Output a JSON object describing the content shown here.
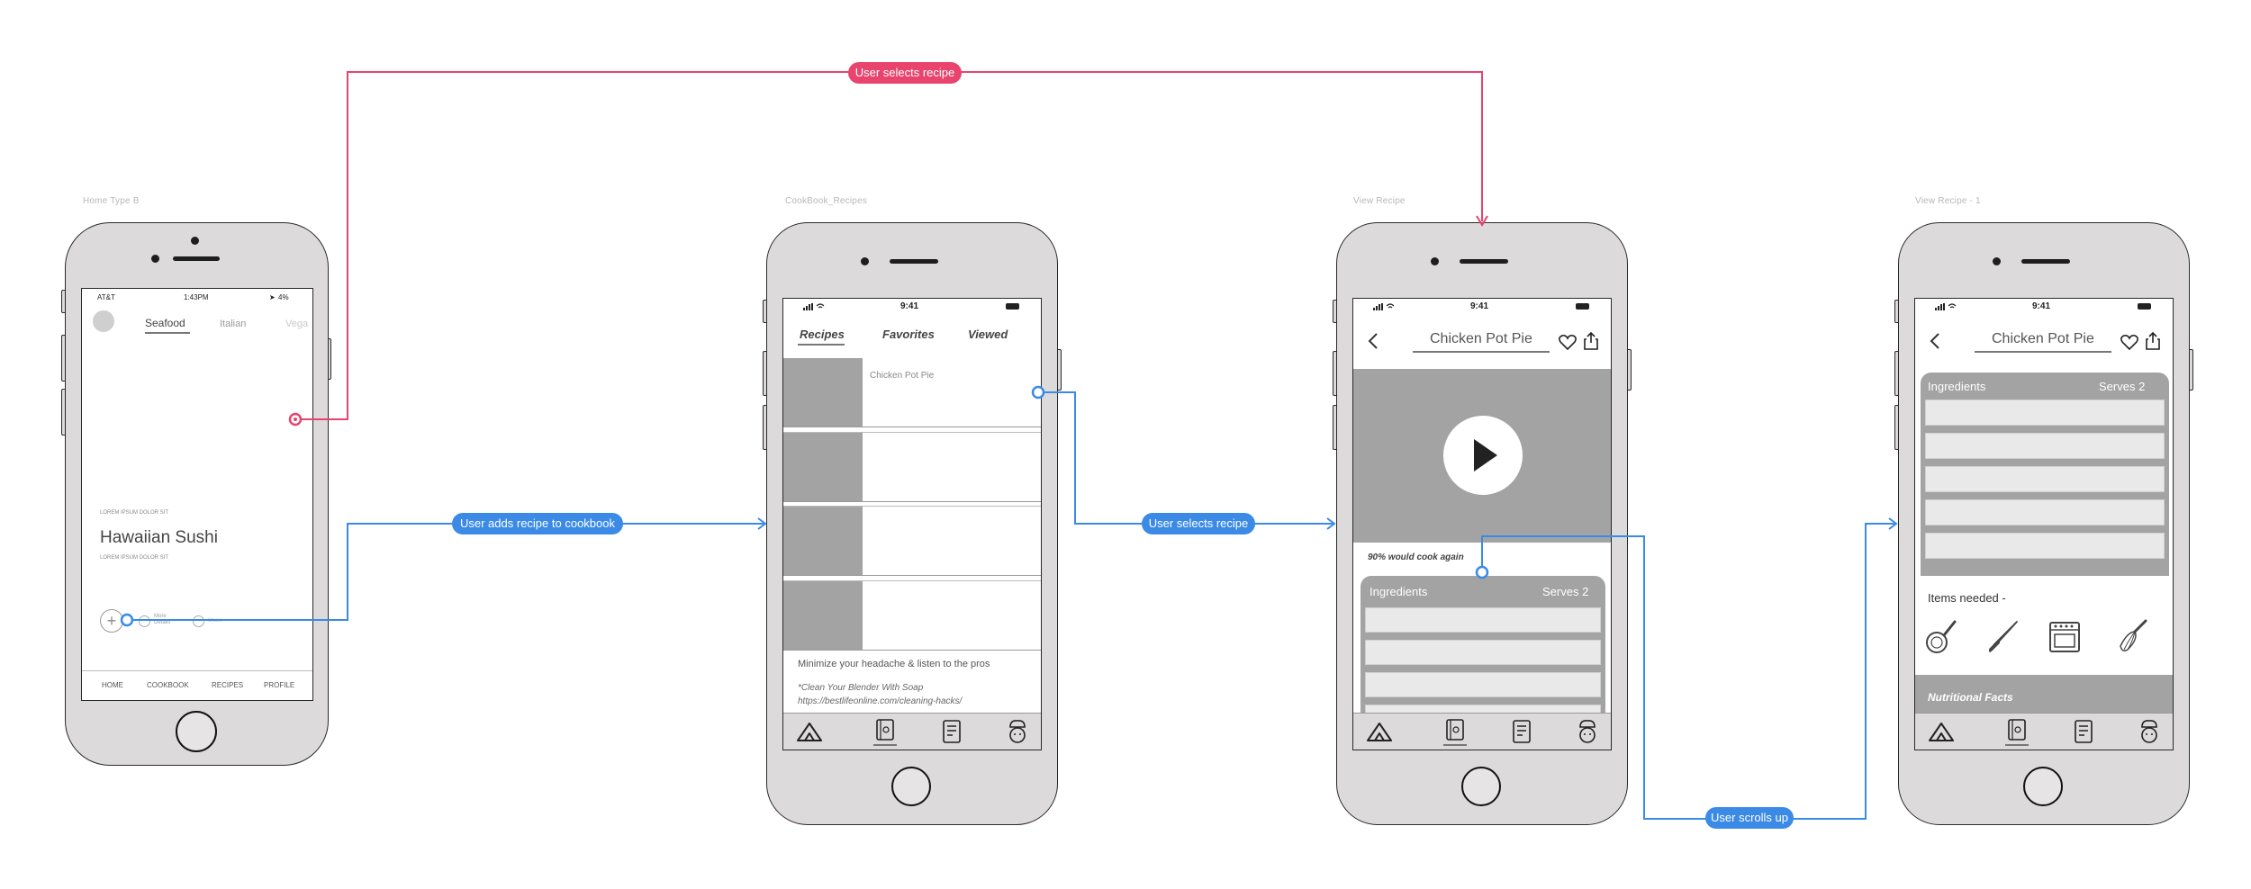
{
  "colors": {
    "pink": "#e8446e",
    "blue": "#3b8ae6",
    "phone_body": "#dcdada",
    "placeholder": "#a3a3a3"
  },
  "labels": {
    "select_recipe_top": "User selects recipe",
    "adds_to_cookbook": "User adds recipe to cookbook",
    "select_recipe_mid": "User selects recipe",
    "scrolls_up": "User scrolls up"
  },
  "screens": {
    "home": {
      "label": "Home Type B",
      "carrier": "AT&T",
      "time": "1:43PM",
      "battery": "4%",
      "tabs": [
        "Seafood",
        "Italian",
        "Vega"
      ],
      "eyebrow": "LOREM IPSUM DOLOR SIT",
      "title": "Hawaiian Sushi",
      "subtitle": "LOREM IPSUM DOLOR SIT",
      "action_more": "More Details",
      "action_share": "Share",
      "nav": [
        "HOME",
        "COOKBOOK",
        "RECIPES",
        "PROFILE"
      ]
    },
    "cookbook": {
      "label": "CookBook_Recipes",
      "time": "9:41",
      "tabs": [
        "Recipes",
        "Favorites",
        "Viewed"
      ],
      "first_item": "Chicken Pot Pie",
      "tip_title": "Minimize your headache & listen to the pros",
      "tip_body": "*Clean Your Blender With Soap",
      "tip_link": "https://bestlifeonline.com/cleaning-hacks/"
    },
    "view": {
      "label": "View Recipe",
      "time": "9:41",
      "title": "Chicken Pot Pie",
      "rating": "90% would cook again",
      "ingredients": "Ingredients",
      "serves": "Serves 2"
    },
    "view1": {
      "label": "View Recipe - 1",
      "time": "9:41",
      "title": "Chicken Pot Pie",
      "ingredients": "Ingredients",
      "serves": "Serves 2",
      "items_needed": "Items needed -",
      "nutrition": "Nutritional Facts"
    }
  }
}
